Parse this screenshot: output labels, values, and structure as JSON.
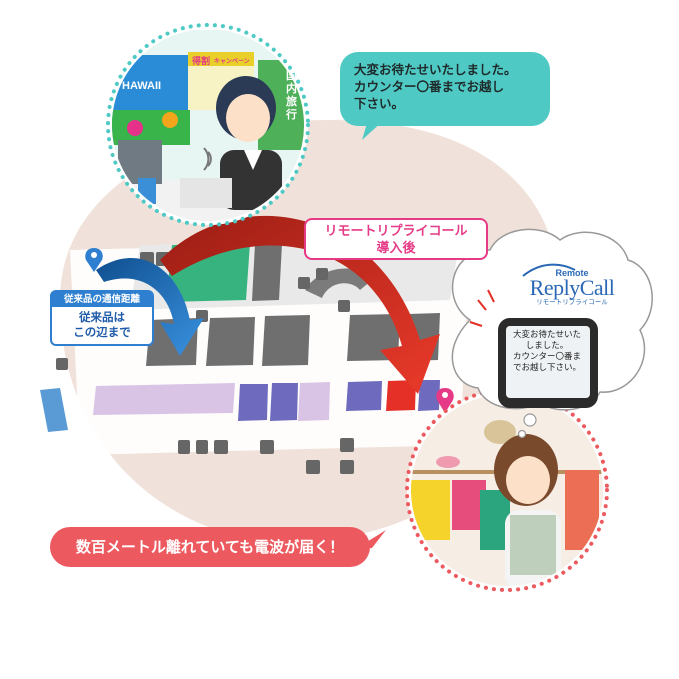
{
  "operator_bubble": {
    "lines": [
      "大変お待たせいたしました。",
      "カウンター〇番までお越し",
      "下さい。"
    ]
  },
  "after_label": {
    "line1": "リモートリプライコール",
    "line2": "導入後"
  },
  "range_box": {
    "title": "従来品の通信距離",
    "line1": "従来品は",
    "line2": "この辺まで"
  },
  "message_pill": "数百メートル離れていても電波が届く！",
  "logo": {
    "small": "Remote",
    "main": "ReplyCall",
    "sub": "リモートリプライコール"
  },
  "pager_screen": {
    "lines": [
      "大変お待たせいた",
      "しました。",
      "カウンター〇番ま",
      "でお越し下さい。"
    ]
  },
  "posters": {
    "hawaii": "HAWAII",
    "special": "得割",
    "campaign": "キャンペーン",
    "domestic": "国内旅行"
  },
  "colors": {
    "teal": "#4fc9c4",
    "pink": "#e63a86",
    "blue": "#2f7fd0",
    "red_arrow": "#e53027",
    "coral": "#ec5a5f",
    "floor": "#f0e2da"
  }
}
